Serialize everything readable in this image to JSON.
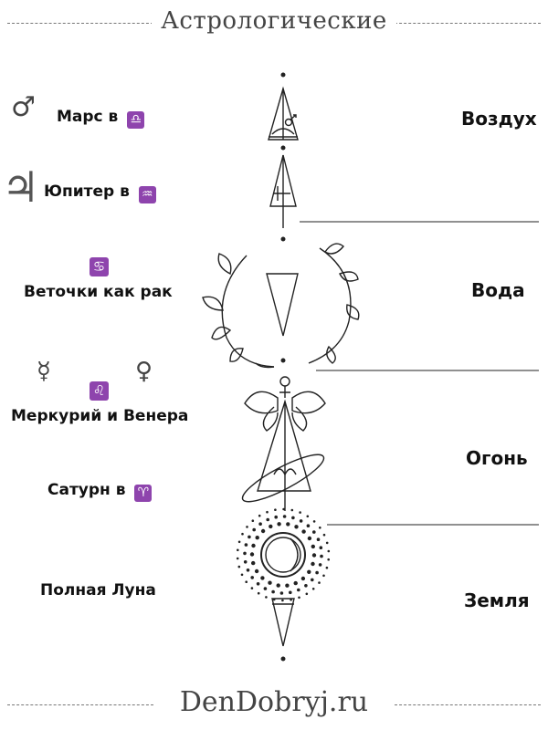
{
  "header": {
    "title": "Астрологические"
  },
  "footer": {
    "site": "DenDobryj.ru"
  },
  "labels": {
    "mars": {
      "text": "Марс в",
      "sign": "♎",
      "glyph": "♂"
    },
    "jupiter": {
      "text": "Юпитер в",
      "sign": "♒",
      "glyph": "♃"
    },
    "branches": {
      "text": "Веточки как рак",
      "sign": "♋"
    },
    "mercury_venus": {
      "text": "Меркурий и Венера",
      "sign": "♌",
      "glyph_left": "☿",
      "glyph_right": "♀"
    },
    "saturn": {
      "text": "Сатурн в",
      "sign": "♈"
    },
    "moon": {
      "text": "Полная Луна"
    }
  },
  "elements": {
    "air": "Воздух",
    "water": "Вода",
    "fire": "Огонь",
    "earth": "Земля"
  },
  "colors": {
    "sign_badge": "#8e44ad",
    "ink": "#222222"
  }
}
